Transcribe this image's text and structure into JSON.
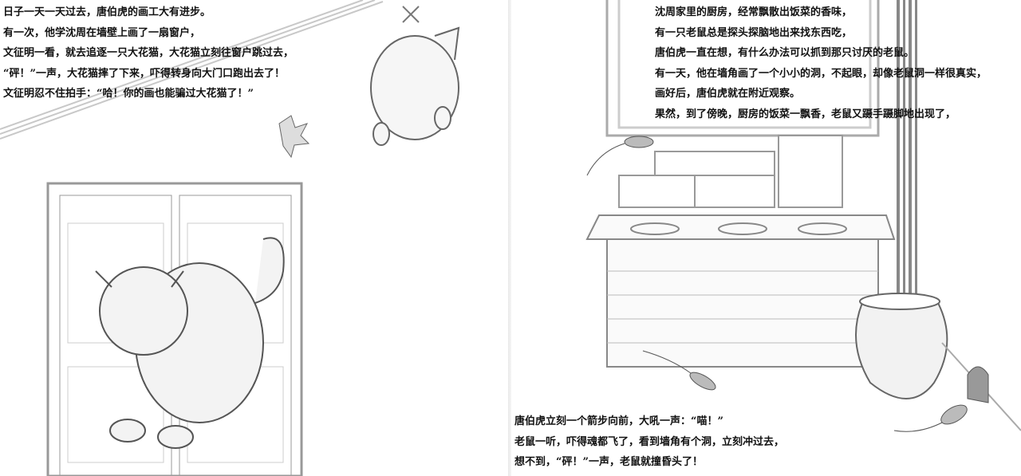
{
  "left_page": {
    "paragraph": [
      "日子一天一天过去，唐伯虎的画工大有进步。",
      "有一次，他学沈周在墙壁上画了一扇窗户，",
      "文征明一看，就去追逐一只大花猫，大花猫立刻往窗户跳过去，",
      "“砰！”一声，大花猫摔了下来，吓得转身向大门口跑出去了！",
      "文征明忍不住拍手：“哈！你的画也能骗过大花猫了！”"
    ]
  },
  "right_page": {
    "top_paragraph": [
      "沈周家里的厨房，经常飘散出饭菜的香味，",
      "有一只老鼠总是探头探脑地出来找东西吃，",
      "唐伯虎一直在想，有什么办法可以抓到那只讨厌的老鼠。",
      "有一天，他在墙角画了一个小小的洞，不起眼，却像老鼠洞一样很真实，",
      "画好后，唐伯虎就在附近观察。",
      "果然，到了傍晚，厨房的饭菜一飘香，老鼠又蹑手蹑脚地出现了，"
    ],
    "bottom_paragraph": [
      "唐伯虎立刻一个箭步向前，大吼一声：“喵！”",
      "老鼠一听，吓得魂都飞了，看到墙角有个洞，立刻冲过去，",
      "想不到，“砰！”一声，老鼠就撞昏头了！"
    ]
  }
}
